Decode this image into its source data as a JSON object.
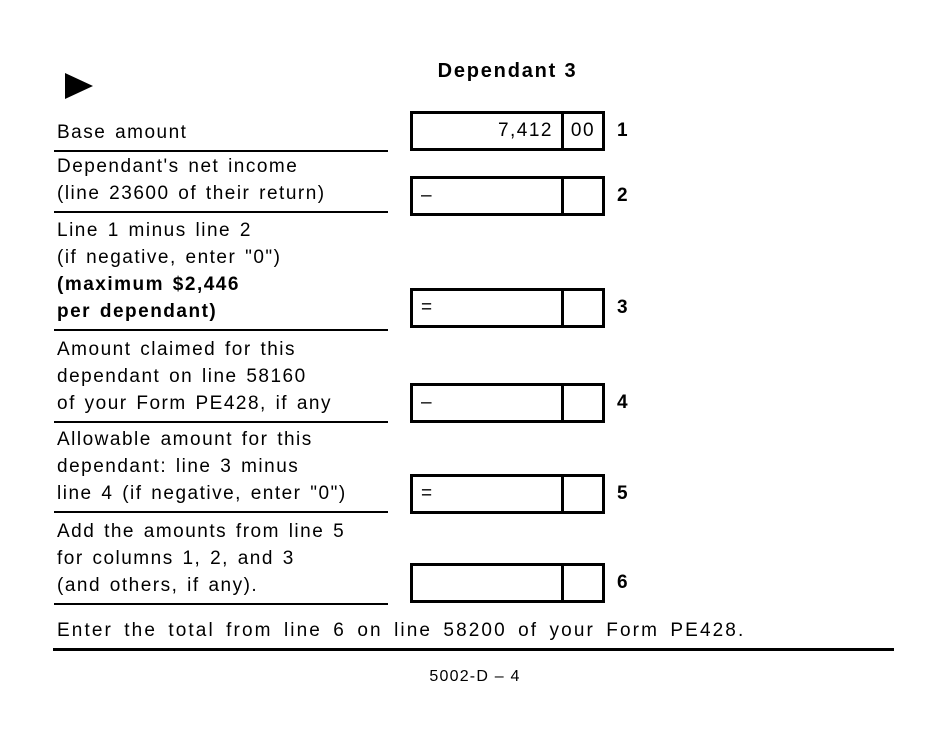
{
  "header": {
    "title": "Dependant 3",
    "marker_icon": "right-triangle"
  },
  "rows": [
    {
      "label": "Base amount",
      "operator": "",
      "amount": "7,412",
      "cents": "00",
      "line_no": "1"
    },
    {
      "label": "Dependant's net income\n(line 23600 of their return)",
      "operator": "–",
      "amount": "",
      "cents": "",
      "line_no": "2"
    },
    {
      "label": "Line 1 minus line 2\n(if negative, enter \"0\")",
      "label_bold": "(maximum $2,446\nper dependant)",
      "operator": "=",
      "amount": "",
      "cents": "",
      "line_no": "3"
    },
    {
      "label": "Amount claimed for this\ndependant on line 58160\nof your Form PE428, if any",
      "operator": "–",
      "amount": "",
      "cents": "",
      "line_no": "4"
    },
    {
      "label": "Allowable amount for this\ndependant: line 3 minus\nline 4 (if negative, enter \"0\")",
      "operator": "=",
      "amount": "",
      "cents": "",
      "line_no": "5"
    },
    {
      "label": "Add the amounts from line 5\nfor columns 1, 2, and 3\n(and others, if any).",
      "operator": "",
      "amount": "",
      "cents": "",
      "line_no": "6"
    }
  ],
  "footer": {
    "instruction": "Enter the total from line 6 on line 58200 of your Form PE428.",
    "page_label": "5002-D – 4"
  },
  "colors": {
    "ink": "#000000",
    "background": "#ffffff"
  }
}
